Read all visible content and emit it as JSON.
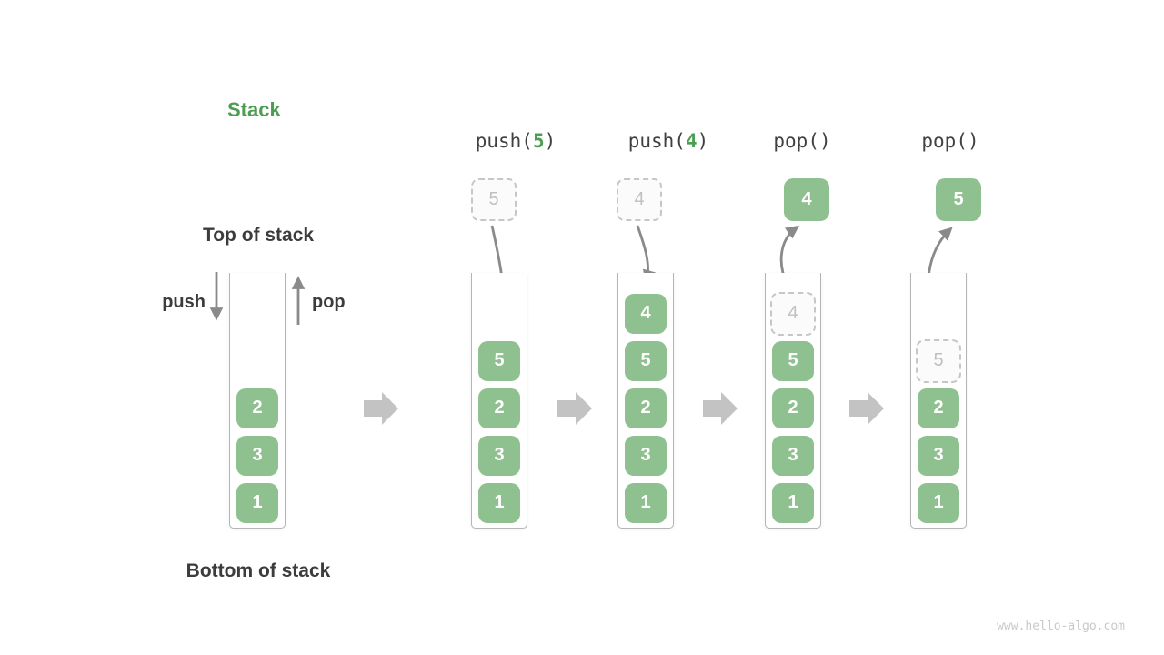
{
  "title": "Stack",
  "annotations": {
    "top_label": "Top of stack",
    "bottom_label": "Bottom of stack",
    "push_label": "push",
    "pop_label": "pop"
  },
  "watermark": "www.hello-algo.com",
  "colors": {
    "cell_green": "#8FC08F",
    "accent_green": "#4C9E53",
    "dark_text": "#3C3C3C",
    "thin_arrow_gray": "#8A8A8A",
    "block_arrow_gray": "#C3C3C3",
    "dashed_border_gray": "#C6C6C6",
    "watermark_gray": "#C9C9C9"
  },
  "stacks": [
    {
      "name": "initial-stack",
      "operation": null,
      "floating_box": null,
      "cells": [
        {
          "value": "2",
          "variant": "solid"
        },
        {
          "value": "3",
          "variant": "solid"
        },
        {
          "value": "1",
          "variant": "solid"
        }
      ]
    },
    {
      "name": "after-push-5",
      "operation": {
        "prefix": "push(",
        "arg": "5",
        "suffix": ")"
      },
      "floating_box": {
        "value": "5",
        "variant": "dashed"
      },
      "cells": [
        {
          "value": "5",
          "variant": "solid"
        },
        {
          "value": "2",
          "variant": "solid"
        },
        {
          "value": "3",
          "variant": "solid"
        },
        {
          "value": "1",
          "variant": "solid"
        }
      ]
    },
    {
      "name": "after-push-4",
      "operation": {
        "prefix": "push(",
        "arg": "4",
        "suffix": ")"
      },
      "floating_box": {
        "value": "4",
        "variant": "dashed"
      },
      "cells": [
        {
          "value": "4",
          "variant": "solid"
        },
        {
          "value": "5",
          "variant": "solid"
        },
        {
          "value": "2",
          "variant": "solid"
        },
        {
          "value": "3",
          "variant": "solid"
        },
        {
          "value": "1",
          "variant": "solid"
        }
      ]
    },
    {
      "name": "after-pop-4",
      "operation": {
        "prefix": "pop()",
        "arg": "",
        "suffix": ""
      },
      "floating_box": {
        "value": "4",
        "variant": "solid"
      },
      "cells": [
        {
          "value": "4",
          "variant": "dashed"
        },
        {
          "value": "5",
          "variant": "solid"
        },
        {
          "value": "2",
          "variant": "solid"
        },
        {
          "value": "3",
          "variant": "solid"
        },
        {
          "value": "1",
          "variant": "solid"
        }
      ]
    },
    {
      "name": "after-pop-5",
      "operation": {
        "prefix": "pop()",
        "arg": "",
        "suffix": ""
      },
      "floating_box": {
        "value": "5",
        "variant": "solid"
      },
      "cells": [
        {
          "value": "5",
          "variant": "dashed"
        },
        {
          "value": "2",
          "variant": "solid"
        },
        {
          "value": "3",
          "variant": "solid"
        },
        {
          "value": "1",
          "variant": "solid"
        }
      ]
    }
  ]
}
